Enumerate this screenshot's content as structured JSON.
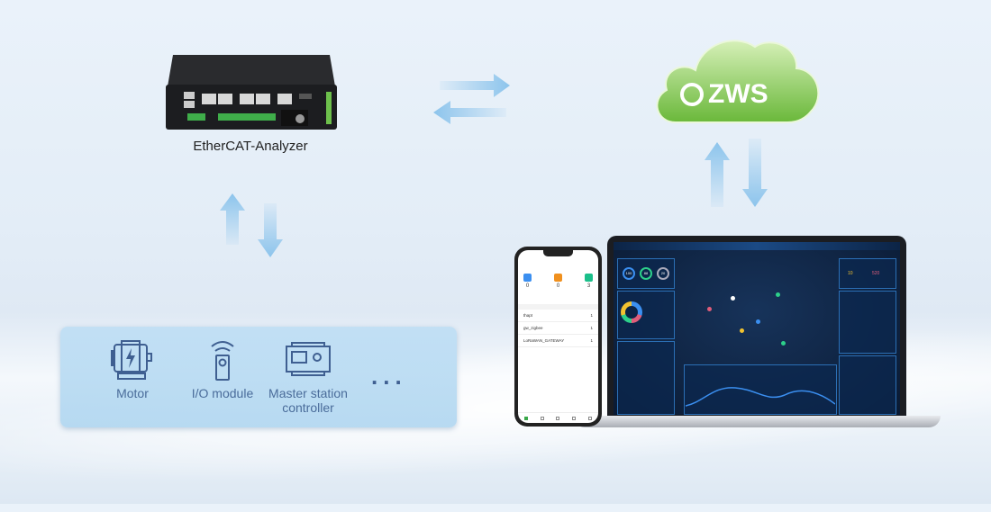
{
  "device": {
    "label": "EtherCAT-Analyzer"
  },
  "cloud": {
    "logo_text": "ZWS",
    "color": "#7cc24a"
  },
  "field_devices": [
    {
      "label": "Motor",
      "icon": "motor-icon"
    },
    {
      "label": "I/O module",
      "icon": "io-module-icon"
    },
    {
      "label": "Master station controller",
      "icon": "controller-icon"
    }
  ],
  "more": "...",
  "phone": {
    "stats": [
      "0",
      "0",
      "3"
    ],
    "stat_colors": [
      "#3b8ff0",
      "#f0901e",
      "#1bbf8a"
    ],
    "list": [
      "thapt",
      "gw_zigbee",
      "LoRaWAN_GATEWAY"
    ],
    "list_counts": [
      "1",
      "1",
      "1"
    ]
  },
  "dashboard": {
    "gauges": [
      "100",
      "88",
      "20"
    ],
    "counts": [
      "10",
      "520"
    ]
  },
  "colors": {
    "arrow": "#8cc4ec",
    "panel": "#bfdef4",
    "icon": "#3f5f91"
  }
}
